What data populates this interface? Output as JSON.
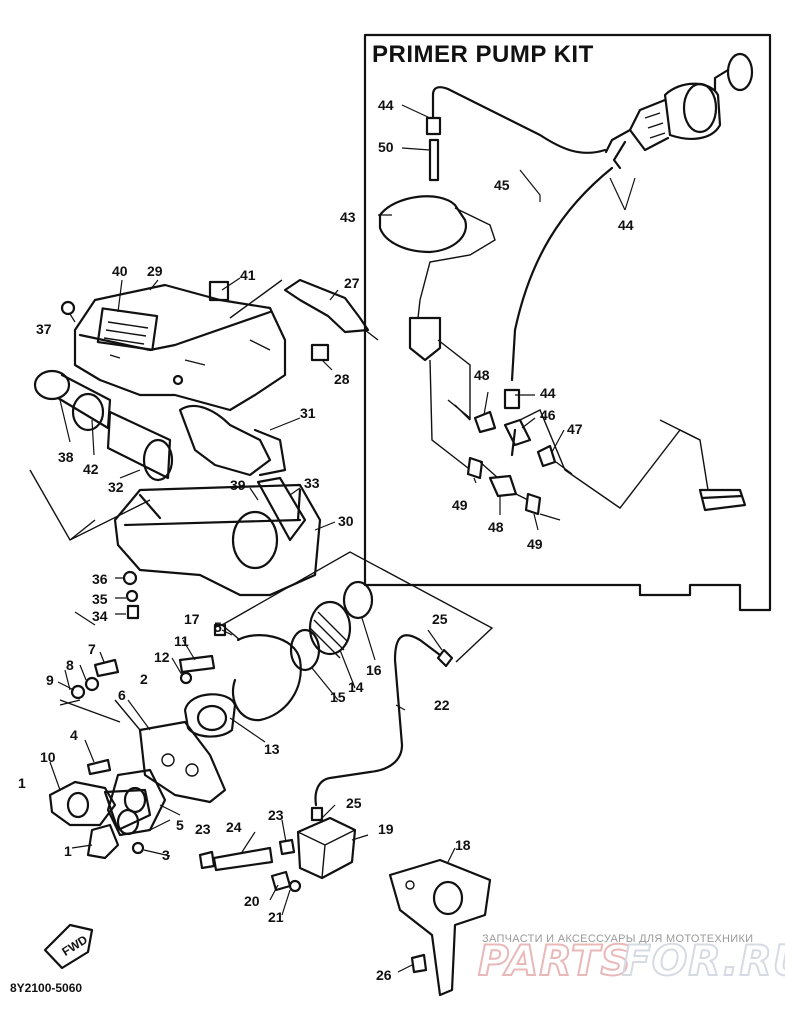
{
  "kit_title": "PRIMER PUMP KIT",
  "diagram_code": "8Y2100-5060",
  "front_arrow_label": "FWD",
  "watermark": {
    "tagline": "ЗАПЧАСТИ И АКСЕССУАРЫ ДЛЯ МОТОТЕХНИКИ",
    "brand_left": "PARTS",
    "brand_right": "FOR.RU"
  },
  "callouts": {
    "c1a": "1",
    "c1b": "1",
    "c2": "2",
    "c3": "3",
    "c4": "4",
    "c5a": "5",
    "c5b": "5",
    "c6": "6",
    "c7": "7",
    "c8": "8",
    "c9": "9",
    "c10": "10",
    "c11": "11",
    "c12": "12",
    "c13": "13",
    "c14": "14",
    "c15": "15",
    "c16": "16",
    "c17": "17",
    "c18": "18",
    "c19": "19",
    "c20": "20",
    "c21": "21",
    "c22": "22",
    "c23a": "23",
    "c23b": "23",
    "c24": "24",
    "c25a": "25",
    "c25b": "25",
    "c26": "26",
    "c27": "27",
    "c28": "28",
    "c29": "29",
    "c30": "30",
    "c31": "31",
    "c32": "32",
    "c33": "33",
    "c34": "34",
    "c35": "35",
    "c36": "36",
    "c37": "37",
    "c38": "38",
    "c39": "39",
    "c40": "40",
    "c41": "41",
    "c42": "42",
    "c43": "43",
    "c44a": "44",
    "c44b": "44",
    "c44c": "44",
    "c45": "45",
    "c46": "46",
    "c47": "47",
    "c48a": "48",
    "c48b": "48",
    "c49a": "49",
    "c49b": "49",
    "c50": "50"
  }
}
